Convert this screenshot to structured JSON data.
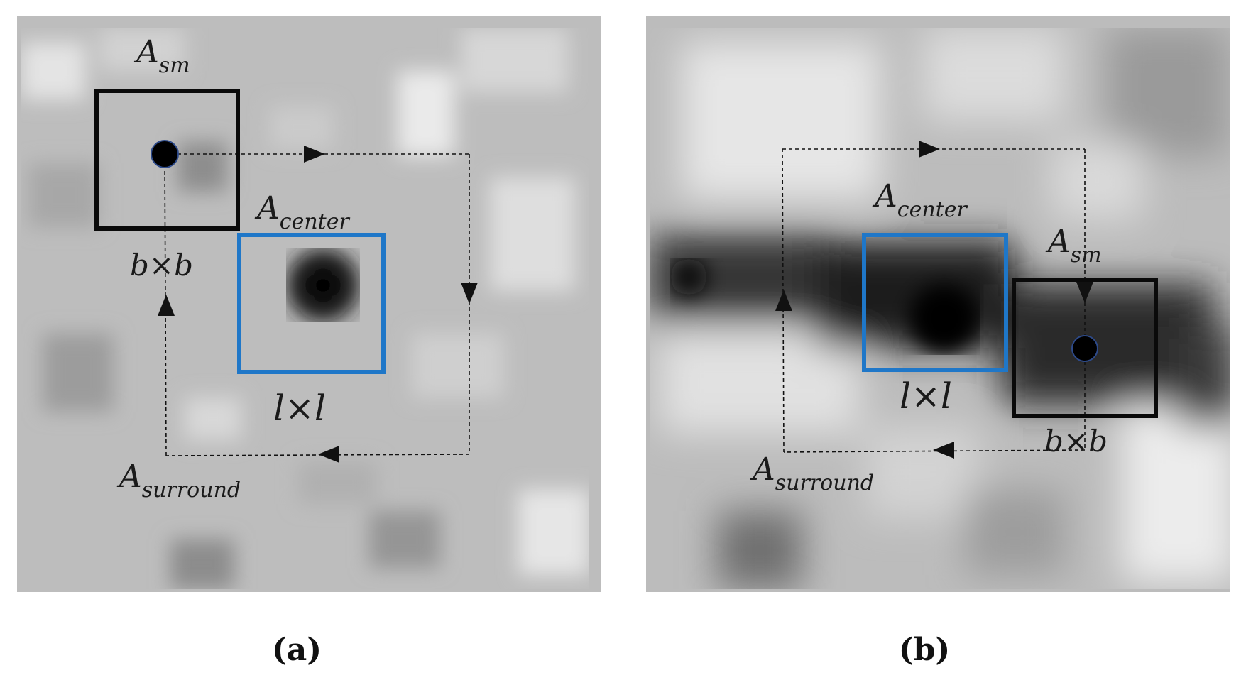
{
  "panels": [
    {
      "id": "a",
      "caption": "(a)",
      "labels": {
        "sm_base": "A",
        "sm_sub": "sm",
        "center_base": "A",
        "center_sub": "center",
        "surround_base": "A",
        "surround_sub": "surround",
        "b_size": "b×b",
        "l_size": "l×l"
      }
    },
    {
      "id": "b",
      "caption": "(b)",
      "labels": {
        "sm_base": "A",
        "sm_sub": "sm",
        "center_base": "A",
        "center_sub": "center",
        "surround_base": "A",
        "surround_sub": "surround",
        "b_size": "b×b",
        "l_size": "l×l"
      }
    }
  ],
  "colors": {
    "sm_window": "#0a0a0a",
    "center_window": "#1f77c8",
    "dot": "#000000",
    "dot_outline": "#2d4a8a",
    "path": "#111111"
  }
}
